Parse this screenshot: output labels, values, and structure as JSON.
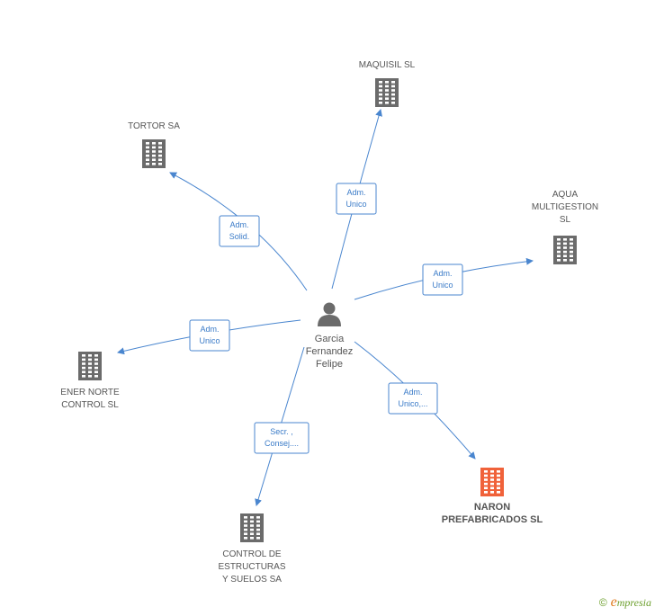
{
  "person": {
    "name_lines": [
      "Garcia",
      "Fernandez",
      "Felipe"
    ]
  },
  "companies": [
    {
      "id": "maquisil",
      "name_lines": [
        "MAQUISIL SL"
      ],
      "highlight": false
    },
    {
      "id": "tortor",
      "name_lines": [
        "TORTOR SA"
      ],
      "highlight": false
    },
    {
      "id": "aqua",
      "name_lines": [
        "AQUA",
        "MULTIGESTION",
        "SL"
      ],
      "highlight": false
    },
    {
      "id": "ener",
      "name_lines": [
        "ENER NORTE",
        "CONTROL  SL"
      ],
      "highlight": false
    },
    {
      "id": "control",
      "name_lines": [
        "CONTROL DE",
        "ESTRUCTURAS",
        "Y SUELOS SA"
      ],
      "highlight": false
    },
    {
      "id": "naron",
      "name_lines": [
        "NARON",
        "PREFABRICADOS SL"
      ],
      "highlight": true
    }
  ],
  "relations": [
    {
      "to": "maquisil",
      "label_lines": [
        "Adm.",
        "Unico"
      ]
    },
    {
      "to": "tortor",
      "label_lines": [
        "Adm.",
        "Solid."
      ]
    },
    {
      "to": "aqua",
      "label_lines": [
        "Adm.",
        "Unico"
      ]
    },
    {
      "to": "ener",
      "label_lines": [
        "Adm.",
        "Unico"
      ]
    },
    {
      "to": "control",
      "label_lines": [
        "Secr. ,",
        "Consej...."
      ]
    },
    {
      "to": "naron",
      "label_lines": [
        "Adm.",
        "Unico,..."
      ]
    }
  ],
  "colors": {
    "building": "#6b6b6b",
    "building_highlight": "#f0623a",
    "edge": "#4a86cf",
    "person": "#6b6b6b"
  },
  "watermark": {
    "copyright": "©",
    "brand_initial": "e",
    "brand_rest": "mpresia"
  }
}
